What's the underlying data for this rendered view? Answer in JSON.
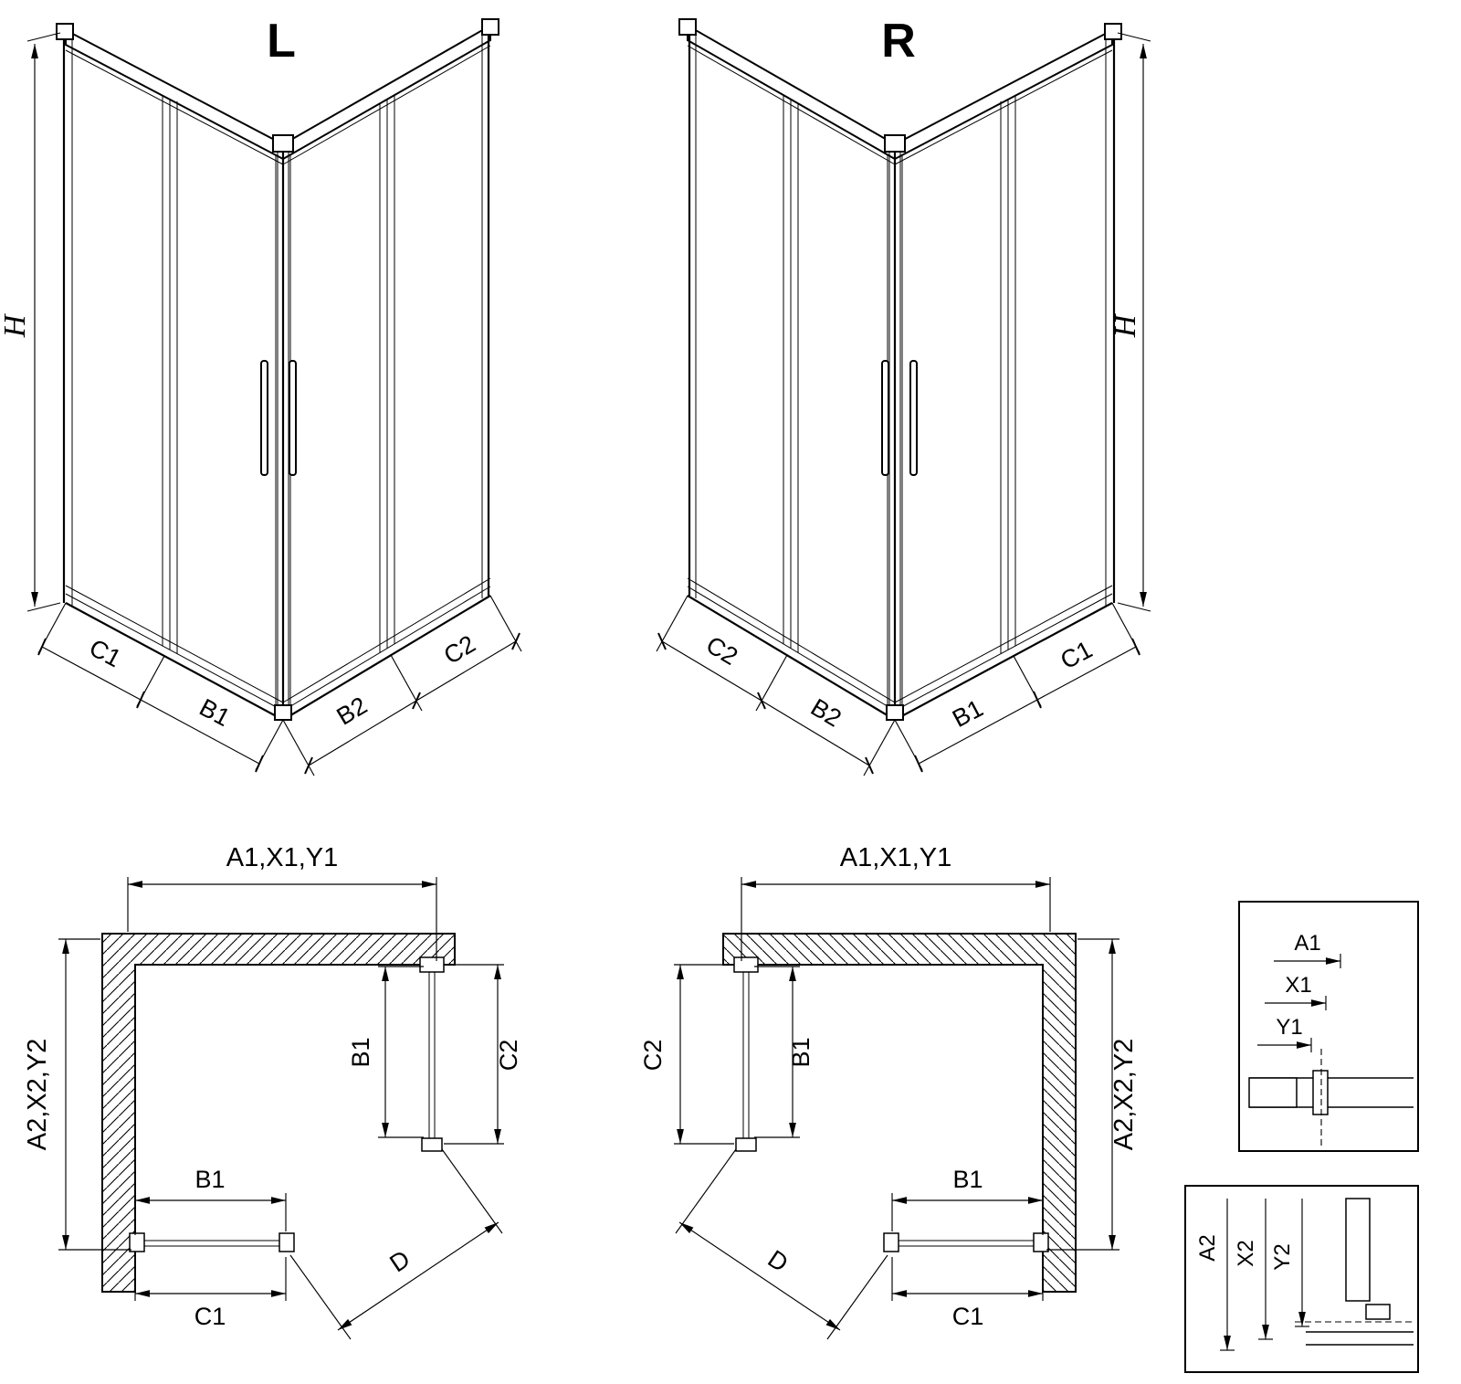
{
  "page": {
    "background_color": "#ffffff",
    "line_color": "#000000"
  },
  "iso_left": {
    "title": "L",
    "height_label": "H",
    "left_face": {
      "outer": "C1",
      "inner": "B1"
    },
    "right_face": {
      "inner": "B2",
      "outer": "C2"
    }
  },
  "iso_right": {
    "title": "R",
    "height_label": "H",
    "left_face": {
      "outer": "C2",
      "inner": "B2"
    },
    "right_face": {
      "inner": "B1",
      "outer": "C1"
    }
  },
  "plan_left": {
    "width_label": "A1,X1,Y1",
    "depth_label": "A2,X2,Y2",
    "side_door_label": "B1",
    "side_fixed_label": "C2",
    "front_door_label": "B1",
    "front_fixed_label": "C1",
    "diagonal_label": "D"
  },
  "plan_right": {
    "width_label": "A1,X1,Y1",
    "depth_label": "A2,X2,Y2",
    "side_door_label": "B1",
    "side_fixed_label": "C2",
    "front_door_label": "B1",
    "front_fixed_label": "C1",
    "diagonal_label": "D"
  },
  "detail_top": {
    "labels": [
      "A1",
      "X1",
      "Y1"
    ]
  },
  "detail_bottom": {
    "labels": [
      "A2",
      "X2",
      "Y2"
    ]
  }
}
